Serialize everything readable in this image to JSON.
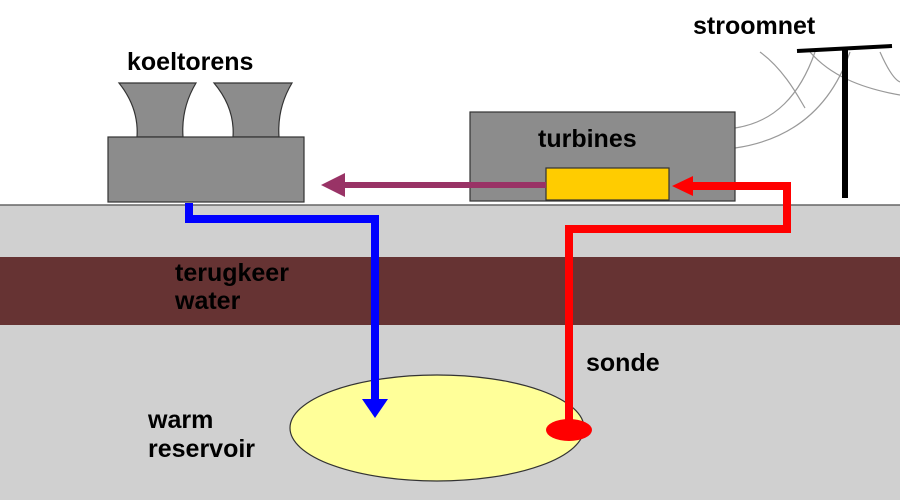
{
  "labels": {
    "cooling_towers": "koeltorens",
    "turbines": "turbines",
    "power_grid": "stroomnet",
    "return_water_line1": "terugkeer",
    "return_water_line2": "water",
    "probe": "sonde",
    "reservoir_line1": "warm",
    "reservoir_line2": "reservoir"
  },
  "colors": {
    "sky": "#ffffff",
    "ground": "#d0d0d0",
    "rock_layer": "#663333",
    "building": "#8c8c8c",
    "generator": "#ffcc00",
    "reservoir": "#ffff99",
    "cold_water": "#0000ff",
    "hot_water": "#ff0000",
    "steam_return": "#993366",
    "pole": "#000000"
  }
}
